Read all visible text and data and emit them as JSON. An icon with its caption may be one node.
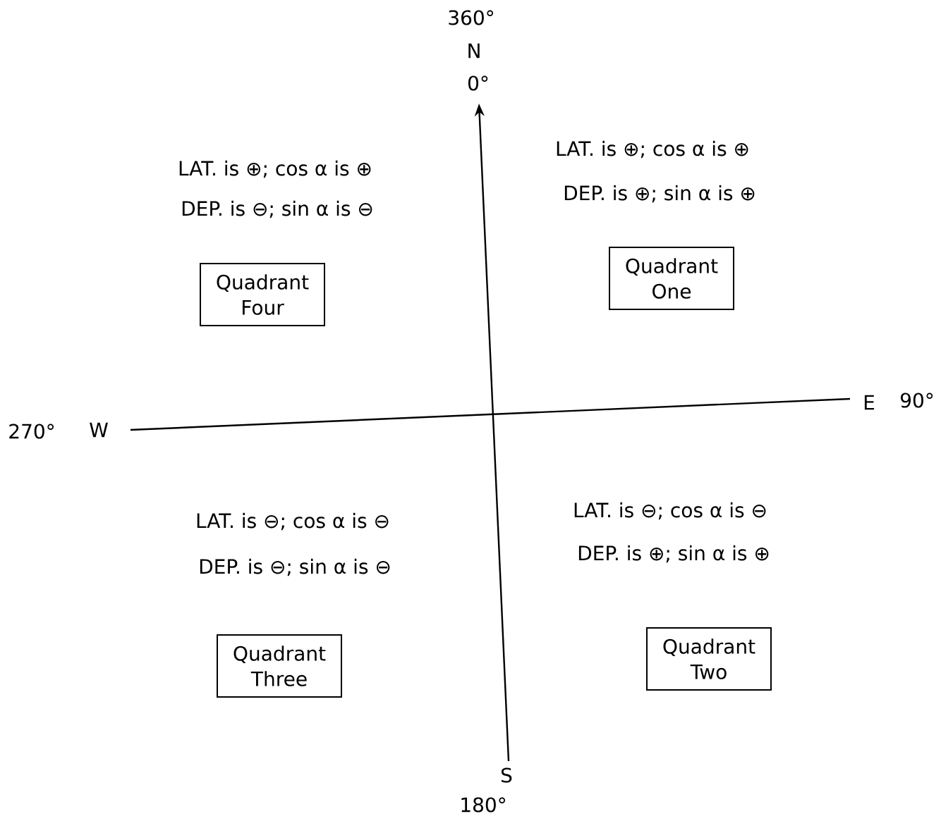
{
  "diagram": {
    "nodes": [
      {
        "text": [
          "Quadrant One"
        ]
      },
      {
        "text": [
          "Quadrant Two"
        ]
      },
      {
        "text": [
          "Quadrant Three"
        ]
      },
      {
        "text": [
          "Quadrant Four"
        ]
      }
    ],
    "labels": [
      "360°",
      "N",
      "0°",
      "LAT. is ⊕; cos α is ⊕",
      "DEP. is ⊖; sin α is ⊖",
      "LAT. is ⊕; cos α is ⊕",
      "DEP. is ⊕; sin α is ⊕",
      "E",
      "90°",
      "270°",
      "W",
      "LAT. is ⊖; cos α is ⊖",
      "DEP. is ⊕; sin α is ⊕",
      "LAT. is ⊖; cos α is ⊖",
      "DEP. is ⊖; sin α is ⊖",
      "S",
      "180°"
    ]
  }
}
